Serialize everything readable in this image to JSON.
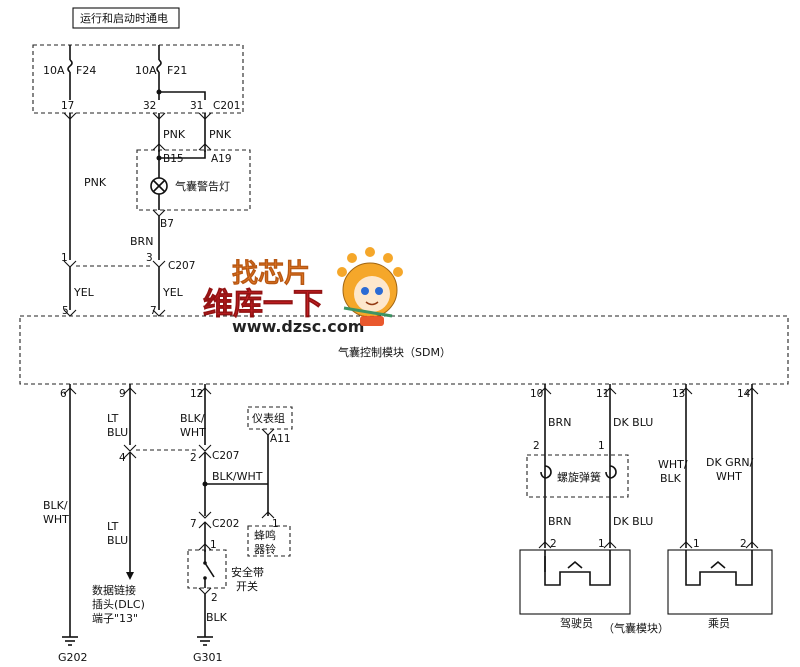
{
  "header": {
    "power_label": "运行和启动时通电"
  },
  "fuses": [
    {
      "rating": "10A",
      "name": "F24"
    },
    {
      "rating": "10A",
      "name": "F21"
    }
  ],
  "fuse_pins": {
    "p17": "17",
    "p32": "32",
    "p31": "31",
    "connector": "C201"
  },
  "wire_colors": {
    "pnk": "PNK",
    "brn": "BRN",
    "yel": "YEL",
    "blk_wht_multi": [
      "BLK/",
      "WHT"
    ],
    "lt_blu": [
      "LT",
      "BLU"
    ],
    "blk_wht": "BLK/WHT",
    "blk": "BLK",
    "dk_blu": "DK BLU",
    "wht_blk": [
      "WHT/",
      "BLK"
    ],
    "dk_grn_wht": [
      "DK GRN/",
      "WHT"
    ]
  },
  "lamp": {
    "pin_b15": "B15",
    "pin_a19": "A19",
    "pin_b7": "B7",
    "label": "气囊警告灯"
  },
  "connector_c207": {
    "name": "C207",
    "p1": "1",
    "p3": "3",
    "p4": "4",
    "p2": "2"
  },
  "sdm": {
    "label": "气囊控制模块（SDM）",
    "top_pins": [
      "5",
      "7"
    ],
    "bottom_pins": [
      "6",
      "9",
      "12",
      "10",
      "11",
      "13",
      "14"
    ]
  },
  "instrument_cluster": {
    "label": "仪表组",
    "pin": "A11"
  },
  "buzzer": {
    "label_line1": "蜂鸣",
    "label_line2": "器铃",
    "pin": "1"
  },
  "connector_c202": {
    "name": "C202",
    "pin": "7"
  },
  "seat_belt_switch": {
    "label_line1": "安全带",
    "label_line2": "开关",
    "pin_top": "1",
    "pin_bottom": "2"
  },
  "dlc": {
    "line1": "数据链接",
    "line2": "插头(DLC)",
    "line3": "端子\"13\""
  },
  "grounds": {
    "g202": "G202",
    "g301": "G301"
  },
  "clockspring": {
    "label": "螺旋弹簧",
    "pin2": "2",
    "pin1": "1"
  },
  "driver_module": {
    "label": "驾驶员",
    "pin2": "2",
    "pin1": "1"
  },
  "passenger_module": {
    "label": "乘员",
    "pin1": "1",
    "pin2": "2"
  },
  "airbag_module_label": "（气囊模块）",
  "watermark": {
    "brand": "找芯片",
    "slogan": "维库一下",
    "url": "www.dzsc.com"
  }
}
